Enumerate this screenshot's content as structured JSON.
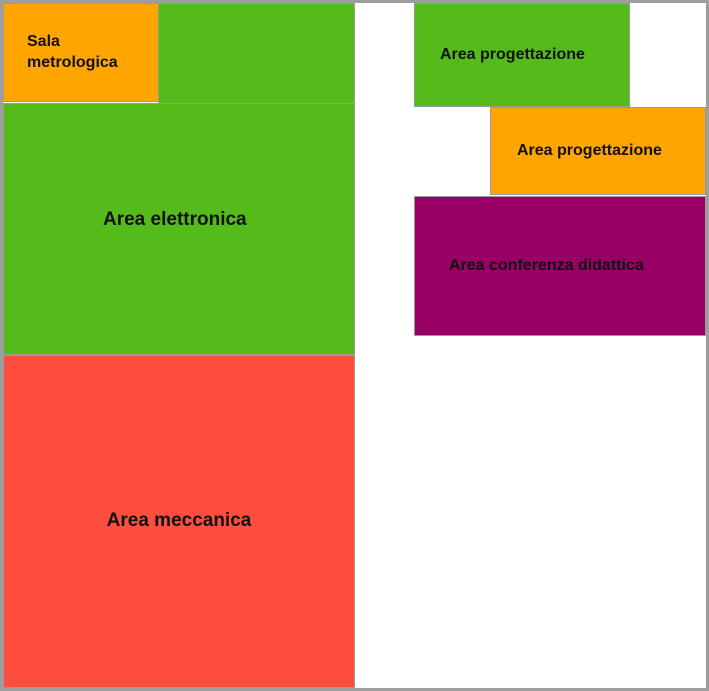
{
  "floorplan": {
    "rooms": [
      {
        "id": "sala-metrologica",
        "label": "Sala\nmetrologica",
        "color": "#FFA500"
      },
      {
        "id": "area-elettronica",
        "label": "Area elettronica",
        "color": "#55BB1A"
      },
      {
        "id": "area-meccanica",
        "label": "Area meccanica",
        "color": "#FF4E3E"
      },
      {
        "id": "area-progettazione-1",
        "label": "Area progettazione",
        "color": "#55BB1A"
      },
      {
        "id": "area-progettazione-2",
        "label": "Area progettazione",
        "color": "#FFA500"
      },
      {
        "id": "area-conferenza-didattica",
        "label": "Area conferenza didattica",
        "color": "#990066"
      }
    ]
  }
}
